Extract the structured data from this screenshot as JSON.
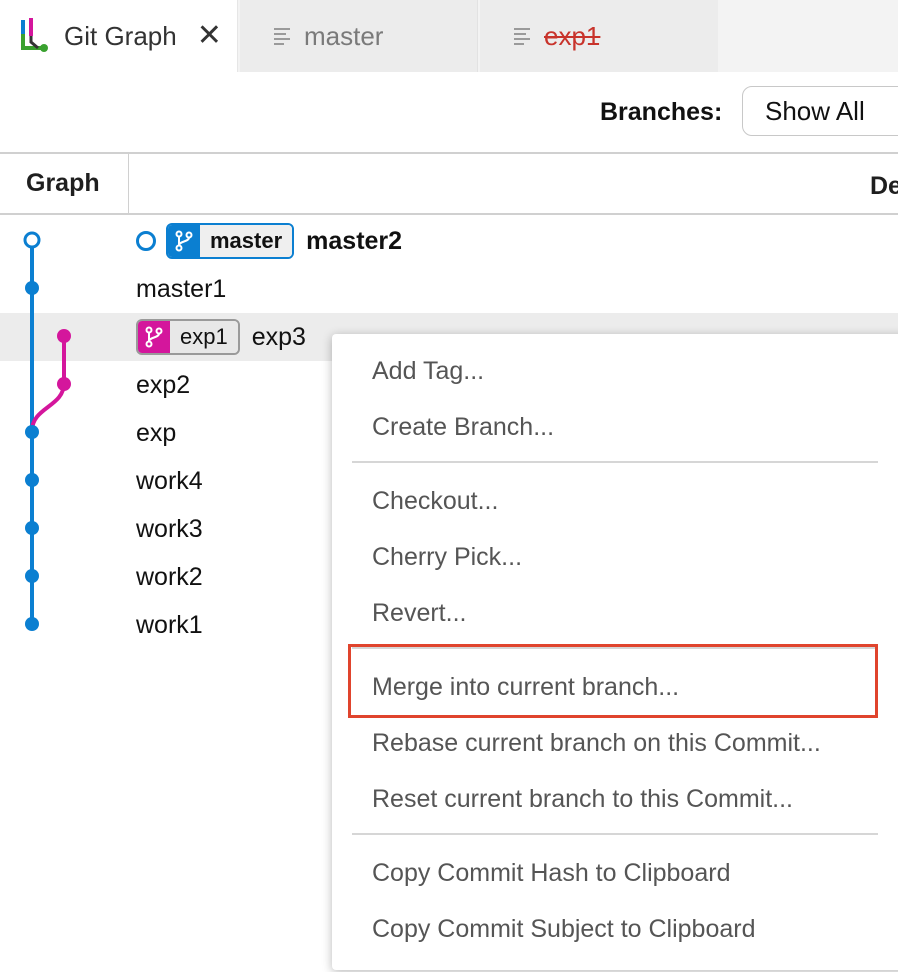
{
  "tabs": [
    {
      "label": "Git Graph",
      "icon": "git-graph-icon",
      "close": "✕"
    },
    {
      "label": "master",
      "icon": "file-lines-icon"
    },
    {
      "label": "exp1",
      "icon": "file-lines-icon"
    }
  ],
  "controls": {
    "branches_label": "Branches:",
    "branches_value": "Show All"
  },
  "table": {
    "col_graph": "Graph",
    "col_desc": "De"
  },
  "commits": [
    {
      "message": "master2",
      "ref": "master"
    },
    {
      "message": "master1"
    },
    {
      "message": "exp3",
      "ref": "exp1"
    },
    {
      "message": "exp2"
    },
    {
      "message": "exp"
    },
    {
      "message": "work4"
    },
    {
      "message": "work3"
    },
    {
      "message": "work2"
    },
    {
      "message": "work1"
    }
  ],
  "context_menu": {
    "add_tag": "Add Tag...",
    "create_branch": "Create Branch...",
    "checkout": "Checkout...",
    "cherry_pick": "Cherry Pick...",
    "revert": "Revert...",
    "merge": "Merge into current branch...",
    "rebase": "Rebase current branch on this Commit...",
    "reset": "Reset current branch to this Commit...",
    "copy_hash": "Copy Commit Hash to Clipboard",
    "copy_subject": "Copy Commit Subject to Clipboard"
  },
  "colors": {
    "blue_branch": "#0b7fd1",
    "magenta_branch": "#d4169c",
    "highlight_box": "#e0442d"
  }
}
